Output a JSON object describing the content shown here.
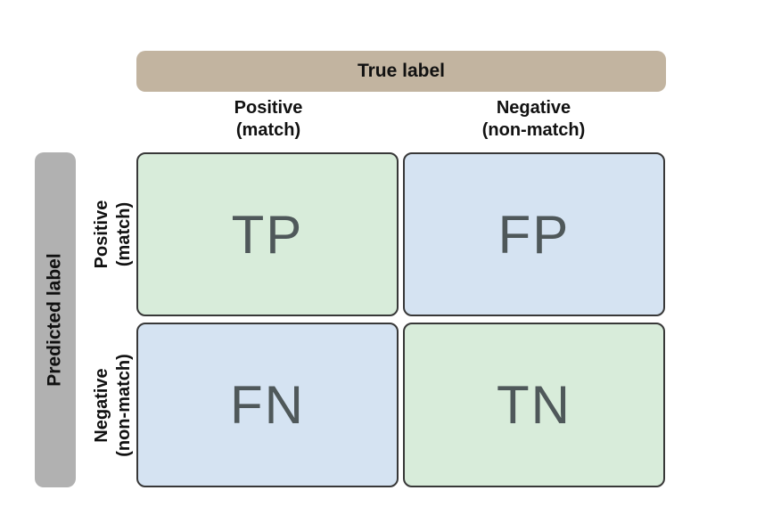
{
  "matrix": {
    "true_axis_label": "True label",
    "predicted_axis_label": "Predicted label",
    "col_headers": [
      {
        "line1": "Positive",
        "line2": "(match)"
      },
      {
        "line1": "Negative",
        "line2": "(non-match)"
      }
    ],
    "row_headers": [
      {
        "line1": "Positive",
        "line2": "(match)"
      },
      {
        "line1": "Negative",
        "line2": "(non-match)"
      }
    ],
    "cells": [
      {
        "id": "tp",
        "label": "TP",
        "row": "Positive (match)",
        "col": "Positive (match)",
        "outcome": "correct"
      },
      {
        "id": "fp",
        "label": "FP",
        "row": "Positive (match)",
        "col": "Negative (non-match)",
        "outcome": "error"
      },
      {
        "id": "fn",
        "label": "FN",
        "row": "Negative (non-match)",
        "col": "Positive (match)",
        "outcome": "error"
      },
      {
        "id": "tn",
        "label": "TN",
        "row": "Negative (non-match)",
        "col": "Negative (non-match)",
        "outcome": "correct"
      }
    ],
    "colors": {
      "true_bar_bg": "#c2b4a0",
      "predicted_bar_bg": "#b1b1b1",
      "correct_cell_bg": "#d8ecda",
      "error_cell_bg": "#d5e3f2",
      "cell_border": "#383838",
      "cell_text": "#4f585a",
      "header_text": "#111111"
    }
  }
}
